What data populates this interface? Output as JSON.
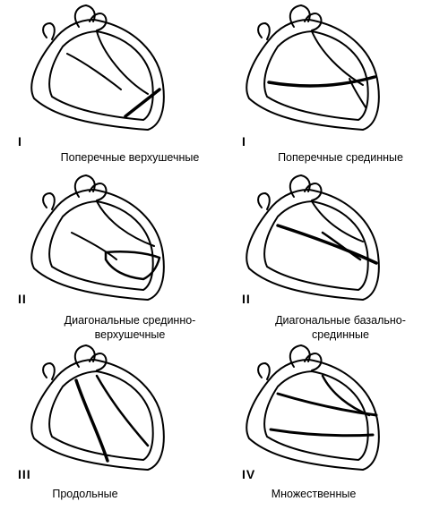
{
  "panels": [
    {
      "numeral": "I",
      "caption": "Поперечные верхушечные"
    },
    {
      "numeral": "I",
      "caption": "Поперечные срединные"
    },
    {
      "numeral": "II",
      "caption": "Диагональные средин­но-\nверхушечные"
    },
    {
      "numeral": "II",
      "caption": "Диагональные базально-\nсрединные"
    },
    {
      "numeral": "III",
      "caption": "Продольные"
    },
    {
      "numeral": "IV",
      "caption": "Множественные"
    }
  ]
}
